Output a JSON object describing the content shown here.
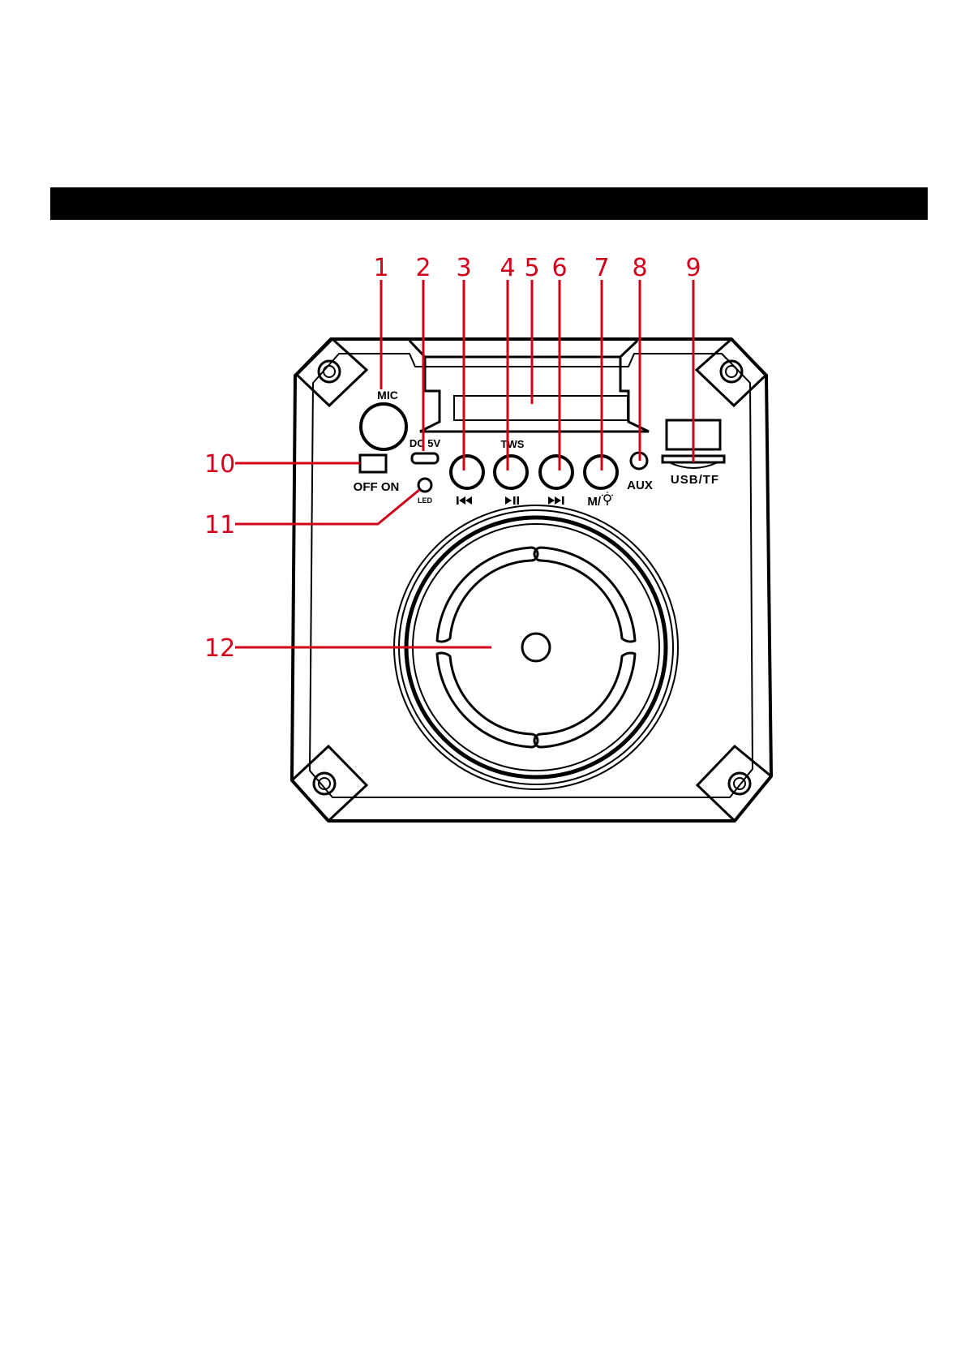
{
  "colors": {
    "callout": "#d2001a",
    "line": "#000000",
    "header_bar": "#000000"
  },
  "callouts": [
    "1",
    "2",
    "3",
    "4",
    "5",
    "6",
    "7",
    "8",
    "9",
    "10",
    "11",
    "12"
  ],
  "labels": {
    "mic": "MIC",
    "dc5v": "DC 5V",
    "tws": "TWS",
    "aux": "AUX",
    "usb_tf": "USB/TF",
    "off_on": "OFF ON",
    "led": "LED",
    "mode": "M/"
  },
  "icons": {
    "prev": "previous-track-icon",
    "play": "play-pause-icon",
    "next": "next-track-icon",
    "light": "light-bulb-icon"
  }
}
